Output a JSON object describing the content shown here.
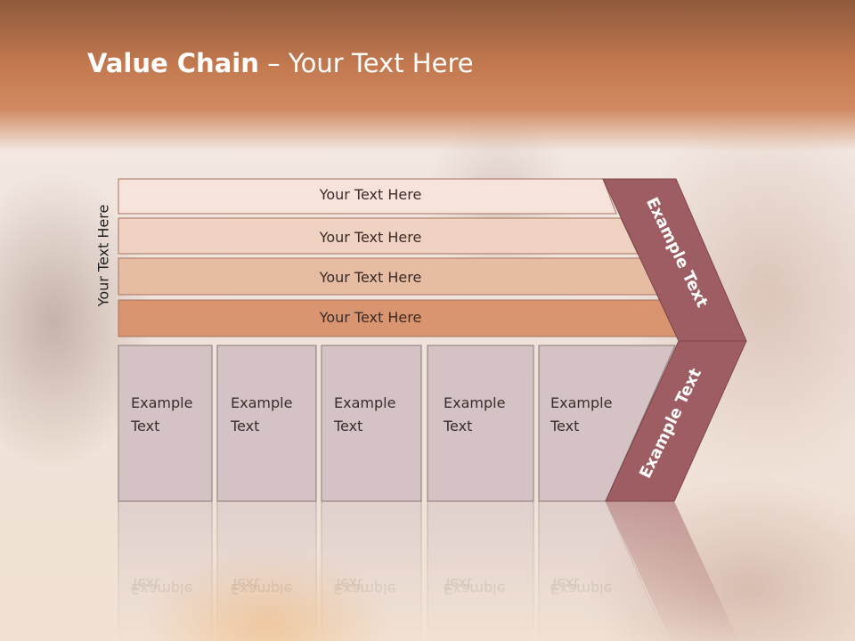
{
  "title": {
    "bold": "Value Chain",
    "rest": " – Your Text Here"
  },
  "side_label": "Your Text Here",
  "rows": [
    {
      "label": "Your Text Here",
      "color": "#f6e4dc"
    },
    {
      "label": "Your Text Here",
      "color": "#f0d2c2"
    },
    {
      "label": "Your Text Here",
      "color": "#e6bca3"
    },
    {
      "label": "Your Text Here",
      "color": "#d8956f"
    }
  ],
  "cells": [
    {
      "line1": "Example",
      "line2": "Text"
    },
    {
      "line1": "Example",
      "line2": "Text"
    },
    {
      "line1": "Example",
      "line2": "Text"
    },
    {
      "line1": "Example",
      "line2": "Text"
    },
    {
      "line1": "Example",
      "line2": "Text"
    }
  ],
  "arrow": {
    "upper": "Example Text",
    "lower": "Example Text",
    "color": "#9e5d62"
  },
  "colors": {
    "header": "#c57a50",
    "cell_fill": "#d4c2c4",
    "cell_border": "#8a7878"
  }
}
